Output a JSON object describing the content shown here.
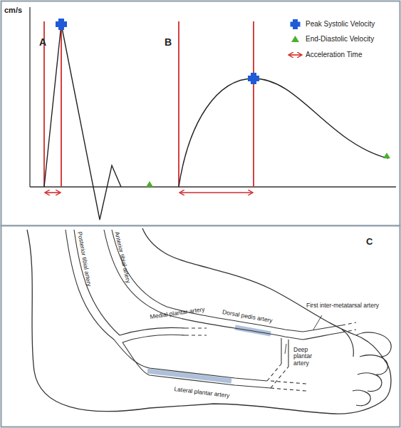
{
  "diagram": {
    "labels": [
      "cm/s",
      "A",
      "B",
      "C",
      "Posterior tibial artery",
      "Anterior tibial artery",
      "Dorsal pedis artery",
      "First inter-metatarsal artery",
      "Medial plantar artery",
      "Deep plantar artery",
      "Lateral plantar artery"
    ],
    "legend": [
      {
        "text": "Peak Systolic Velocity"
      },
      {
        "text": "End-Diastolic Velocity"
      },
      {
        "text": "Acceleration Time"
      }
    ]
  }
}
